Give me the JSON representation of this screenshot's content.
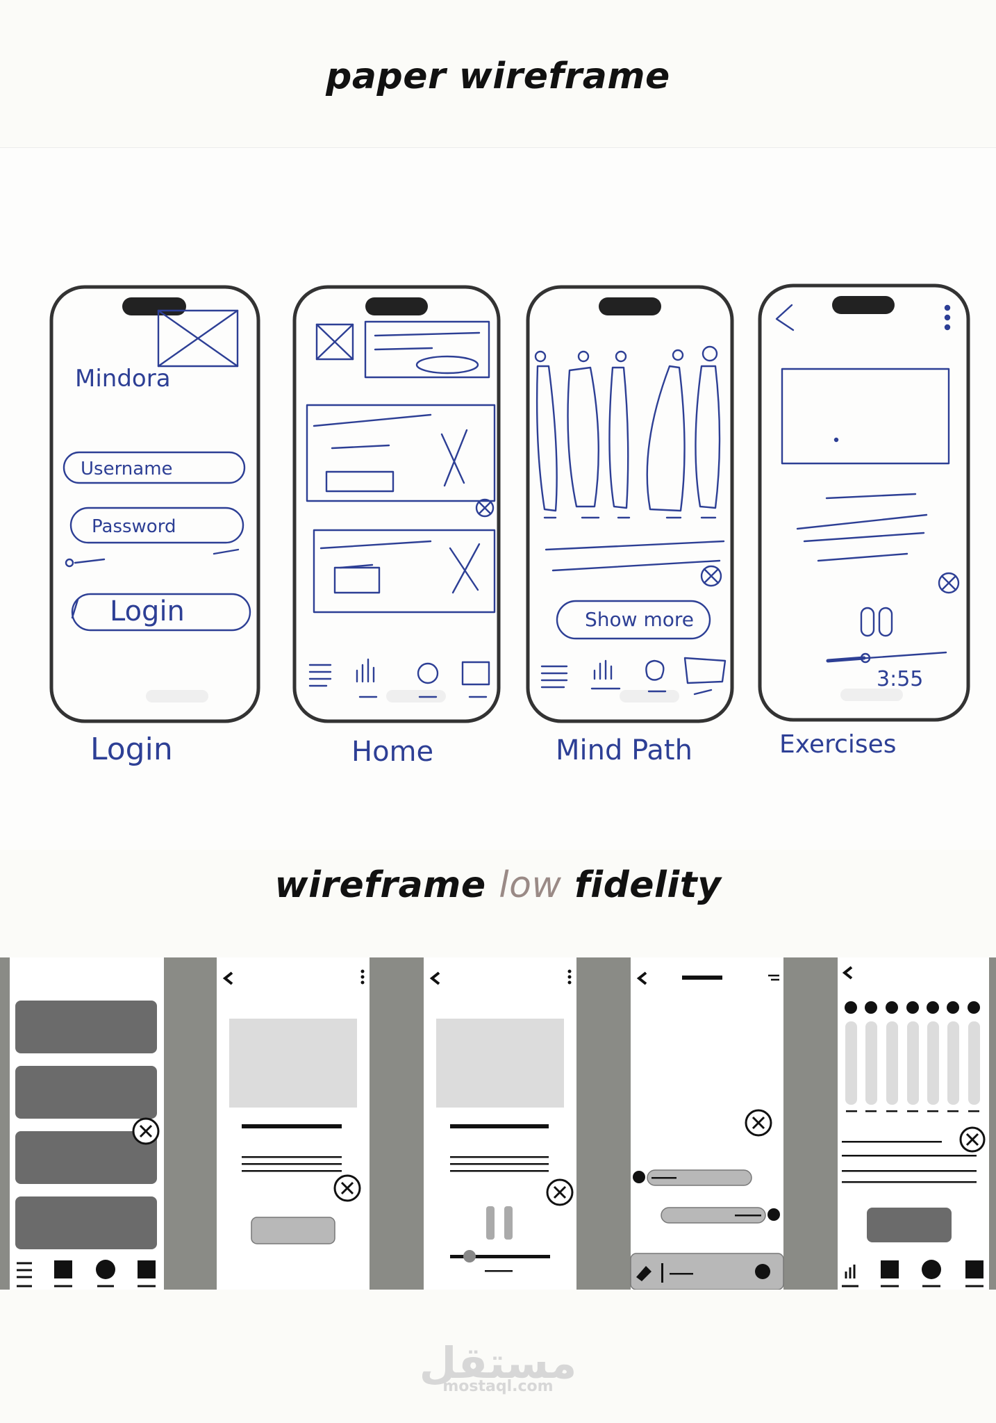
{
  "headings": {
    "paper": "paper wireframe",
    "lowfi_pre": "wireframe ",
    "lowfi_accent": "low",
    "lowfi_post": " fidelity",
    "accent_color": "#9a8a86"
  },
  "paper_screens": {
    "login": {
      "caption": "Login",
      "app_name": "Mindora",
      "username": "Username",
      "password": "Password",
      "button": "Login"
    },
    "home": {
      "caption": "Home"
    },
    "mind_path": {
      "caption": "Mind Path",
      "button": "Show more"
    },
    "exercises": {
      "caption": "Exercises",
      "timer": "3:55"
    }
  },
  "lowfi_screens": [
    {
      "name": "cards-list"
    },
    {
      "name": "content-detail"
    },
    {
      "name": "audio-player"
    },
    {
      "name": "chat"
    },
    {
      "name": "progress-tracker"
    }
  ],
  "colors": {
    "ink": "#2d3f95",
    "frame_dark": "#8a8b86",
    "card_dark": "#6b6b6b",
    "block_light": "#dcdcdc",
    "pill_mid": "#b8b8b8"
  },
  "watermark": {
    "logo": "مستقل",
    "url": "mostaql.com"
  }
}
